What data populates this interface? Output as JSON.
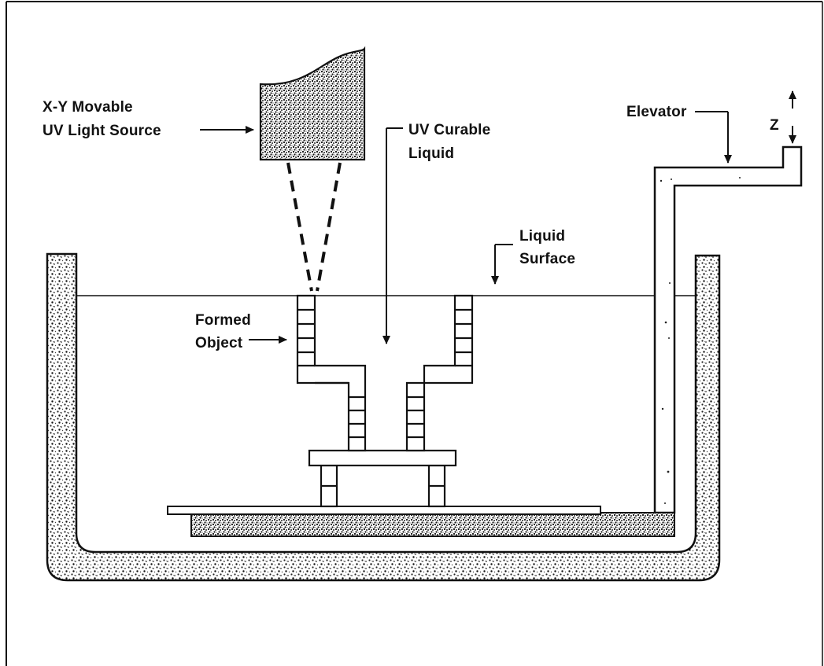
{
  "diagram": {
    "labels": {
      "light_source_line1": "X-Y Movable",
      "light_source_line2": "UV Light Source",
      "uv_liquid_line1": "UV Curable",
      "uv_liquid_line2": "Liquid",
      "elevator": "Elevator",
      "z_axis": "Z",
      "liquid_surface_line1": "Liquid",
      "liquid_surface_line2": "Surface",
      "formed_object_line1": "Formed",
      "formed_object_line2": "Object"
    },
    "colors": {
      "ink": "#111111",
      "background": "#ffffff"
    }
  }
}
